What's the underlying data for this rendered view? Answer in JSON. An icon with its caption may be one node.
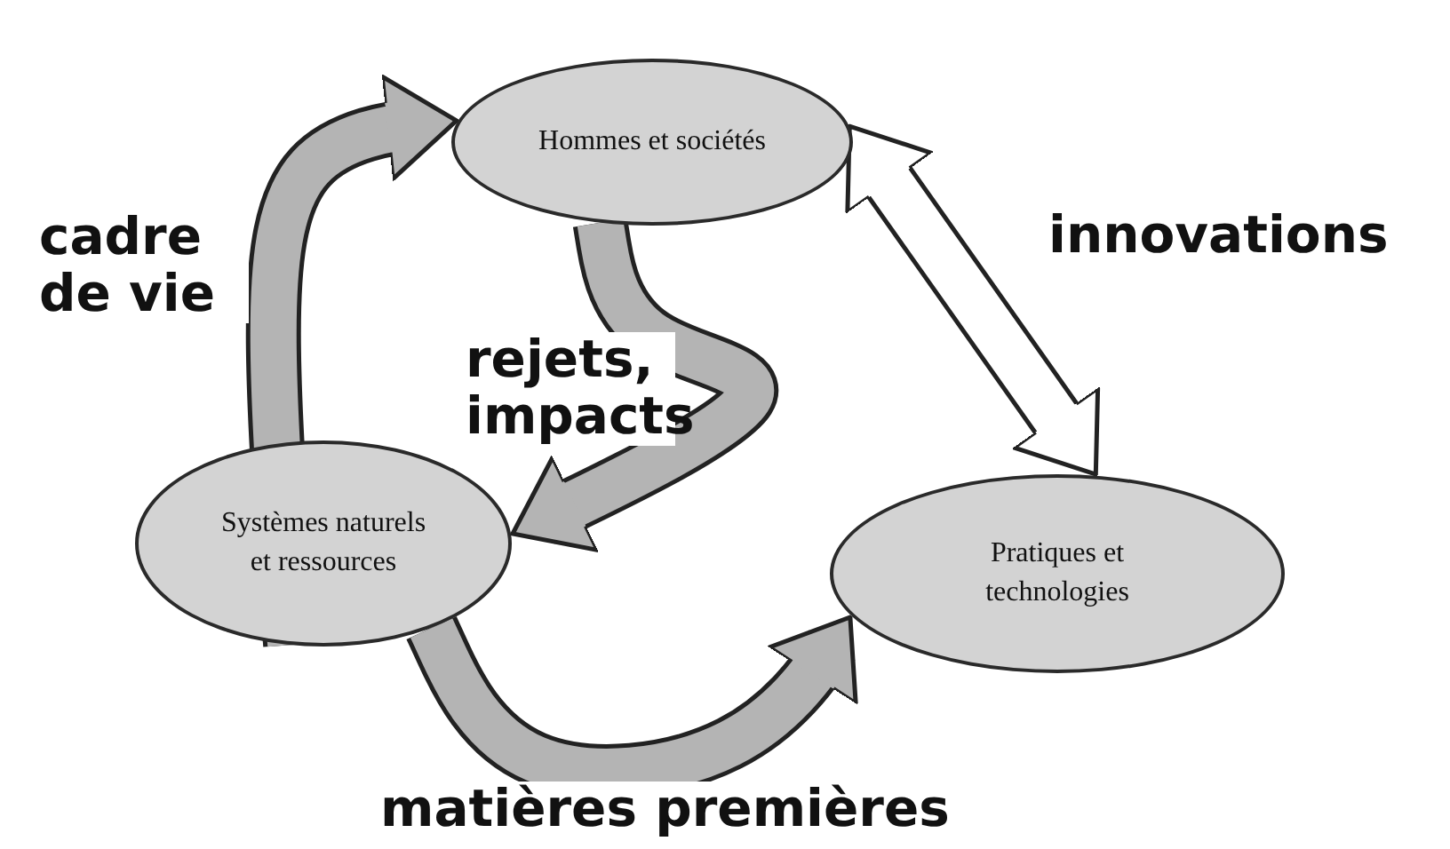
{
  "diagram": {
    "nodes": [
      {
        "text": [
          "Hommes et sociétés"
        ]
      },
      {
        "text": [
          "Systèmes naturels et ressources"
        ]
      },
      {
        "text": [
          "Pratiques et technologies"
        ]
      }
    ],
    "edges": [
      {
        "from": 1,
        "to": 0,
        "arrow": "to",
        "label": "cadre de vie"
      },
      {
        "from": 0,
        "to": 1,
        "arrow": "to",
        "label": "rejets, impacts"
      },
      {
        "from": 1,
        "to": 2,
        "arrow": "to",
        "label": "matières premières"
      },
      {
        "from": 0,
        "to": 2,
        "arrow": "both",
        "label": "innovations",
        "color": "#ffffff"
      }
    ]
  }
}
